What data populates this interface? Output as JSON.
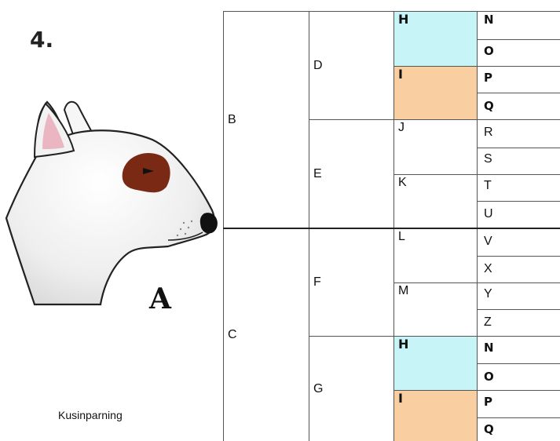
{
  "header": {
    "number": "4.",
    "dog_letter": "A",
    "caption": "Kusinparning"
  },
  "colors": {
    "highlight_cyan": "#c6f4f7",
    "highlight_peach": "#f9cfa1",
    "dog_patch": "#7a2a14",
    "dog_ear": "#e9b6c2"
  },
  "icons": [
    "bull-terrier-head-illustration"
  ],
  "pedigree": {
    "parents": [
      "B",
      "C"
    ],
    "grandparents": [
      "D",
      "E",
      "F",
      "G"
    ],
    "great_grandparents": [
      "H",
      "I",
      "J",
      "K",
      "L",
      "M",
      "H",
      "I"
    ],
    "great_great_grandparents": [
      "N",
      "O",
      "P",
      "Q",
      "R",
      "S",
      "T",
      "U",
      "V",
      "X",
      "Y",
      "Z",
      "N",
      "O",
      "P",
      "Q"
    ]
  }
}
